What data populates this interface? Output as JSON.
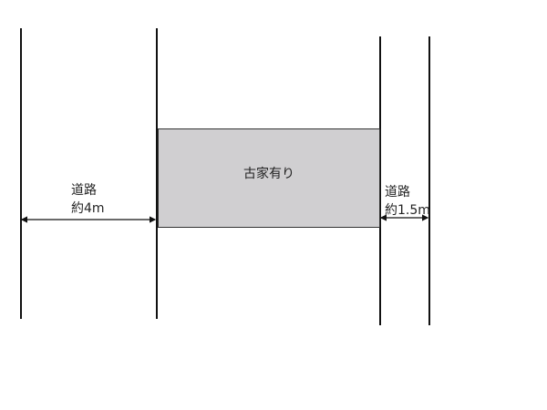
{
  "diagram": {
    "house": {
      "label": "古家有り",
      "fill": "#d0cfd1"
    },
    "road_left": {
      "line1": "道路",
      "line2": "約4m"
    },
    "road_right": {
      "line1": "道路",
      "line2": "約1.5m"
    }
  }
}
